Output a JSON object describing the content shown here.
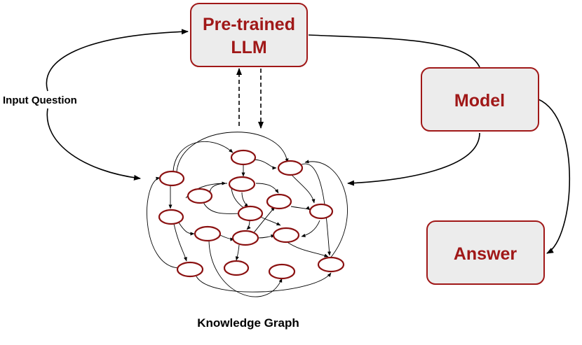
{
  "boxes": {
    "llm": {
      "line1": "Pre-trained",
      "line2": "LLM"
    },
    "model": {
      "label": "Model"
    },
    "answer": {
      "label": "Answer"
    }
  },
  "labels": {
    "input_question": "Input Question",
    "knowledge_graph": "Knowledge Graph"
  },
  "colors": {
    "box_fill": "#ececec",
    "box_stroke": "#a01818",
    "box_text": "#a01818",
    "node_fill": "#c41c1c",
    "node_stroke": "#8a1010",
    "edge": "#000000"
  }
}
